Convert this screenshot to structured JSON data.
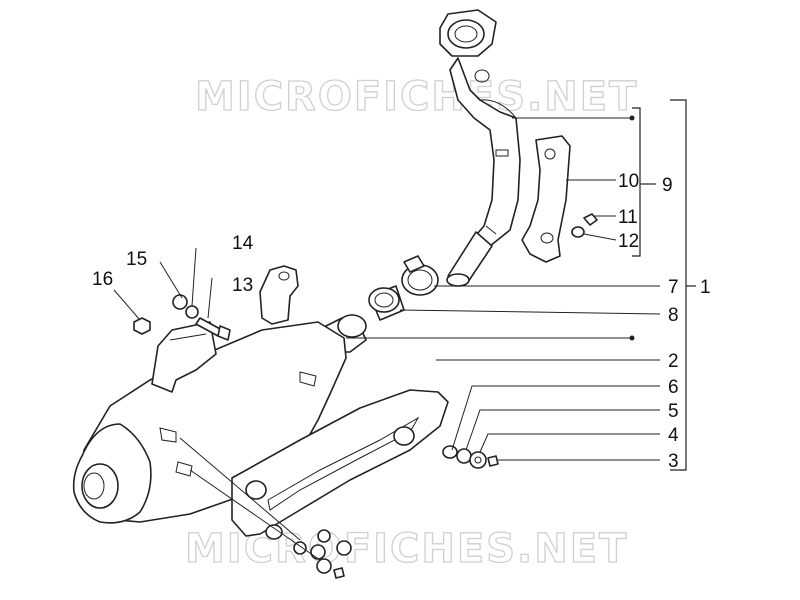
{
  "watermark": {
    "text": "MICROFICHES.NET"
  },
  "callouts": {
    "c1": "1",
    "c2": "2",
    "c3": "3",
    "c4": "4",
    "c5": "5",
    "c6": "6",
    "c7": "7",
    "c8": "8",
    "c9": "9",
    "c10": "10",
    "c11": "11",
    "c12": "12",
    "c13": "13",
    "c14": "14",
    "c15": "15",
    "c16": "16"
  }
}
